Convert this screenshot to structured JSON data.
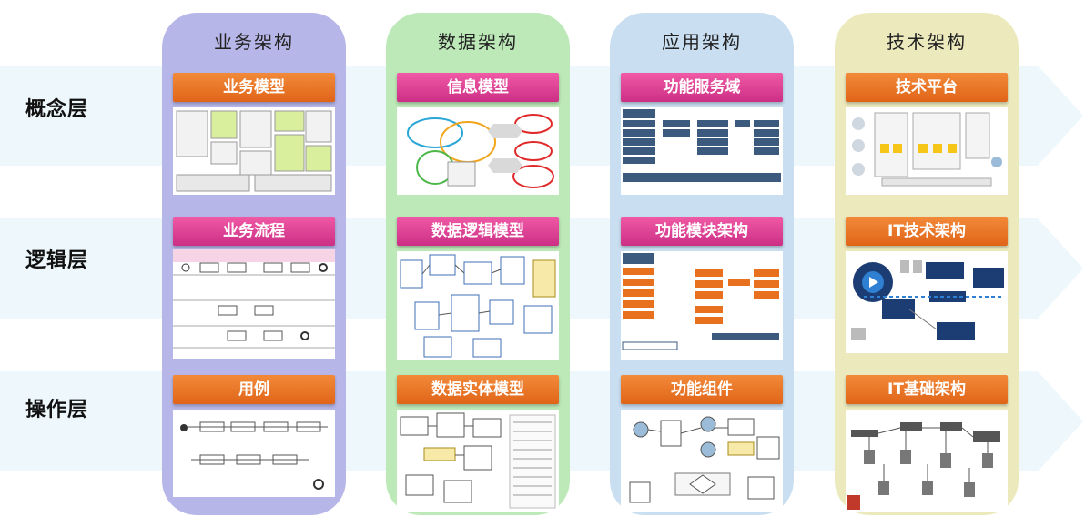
{
  "columns": [
    {
      "title": "业务架构",
      "cells": [
        "业务模型",
        "业务流程",
        "用例"
      ]
    },
    {
      "title": "数据架构",
      "cells": [
        "信息模型",
        "数据逻辑模型",
        "数据实体模型"
      ]
    },
    {
      "title": "应用架构",
      "cells": [
        "功能服务域",
        "功能模块架构",
        "功能组件"
      ]
    },
    {
      "title": "技术架构",
      "cells": [
        "技术平台",
        "IT技术架构",
        "IT基础架构"
      ]
    }
  ],
  "rows": [
    "概念层",
    "逻辑层",
    "操作层"
  ],
  "colors": {
    "business": "#b5b4e6",
    "data": "#bde8b8",
    "application": "#c8dff0",
    "technology": "#ecebbd",
    "title_orange": "#e8711f",
    "title_pink": "#e03c96"
  }
}
